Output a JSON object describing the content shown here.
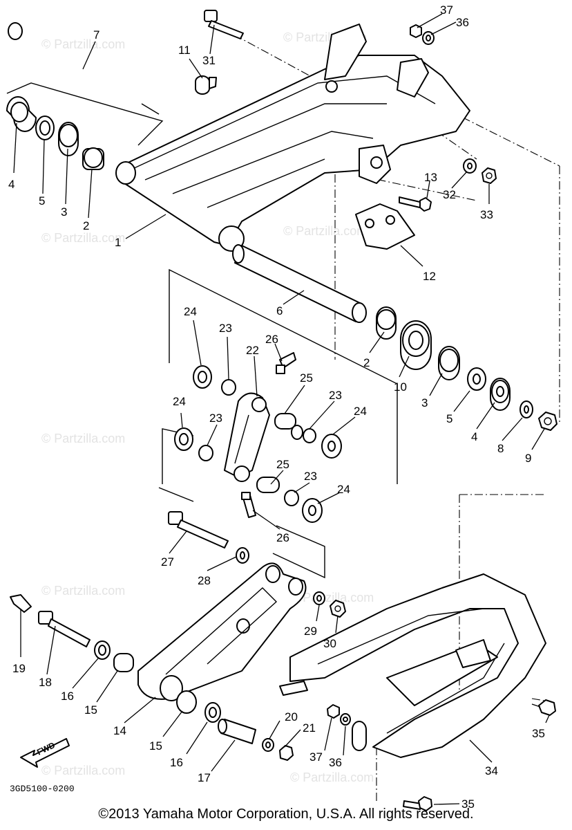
{
  "diagram_code": "3GD5100-0200",
  "copyright": "©2013 Yamaha Motor Corporation, U.S.A. All rights reserved.",
  "watermark_text": "© Partzilla.com",
  "fwd_label": "FWD",
  "part_labels": {
    "p1": "1",
    "p2a": "2",
    "p2b": "2",
    "p3a": "3",
    "p3b": "3",
    "p4a": "4",
    "p4b": "4",
    "p5a": "5",
    "p5b": "5",
    "p6": "6",
    "p7": "7",
    "p8": "8",
    "p9": "9",
    "p10": "10",
    "p11": "11",
    "p12": "12",
    "p13": "13",
    "p14": "14",
    "p15a": "15",
    "p15b": "15",
    "p16a": "16",
    "p16b": "16",
    "p17": "17",
    "p18": "18",
    "p19": "19",
    "p20": "20",
    "p21": "21",
    "p22": "22",
    "p23a": "23",
    "p23b": "23",
    "p23c": "23",
    "p23d": "23",
    "p24a": "24",
    "p24b": "24",
    "p24c": "24",
    "p24d": "24",
    "p25a": "25",
    "p25b": "25",
    "p26a": "26",
    "p26b": "26",
    "p27": "27",
    "p28": "28",
    "p29": "29",
    "p30": "30",
    "p31": "31",
    "p32": "32",
    "p33": "33",
    "p34": "34",
    "p35a": "35",
    "p35b": "35",
    "p36a": "36",
    "p36b": "36",
    "p37a": "37",
    "p37b": "37"
  }
}
